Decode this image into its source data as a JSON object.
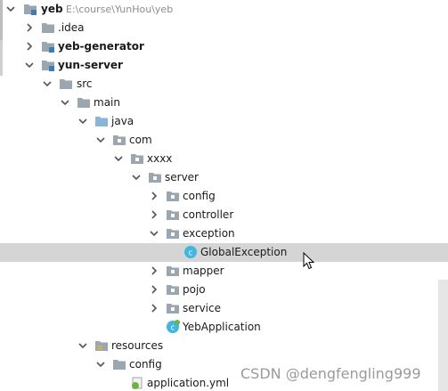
{
  "tree": {
    "project_name": "yeb",
    "project_path": "E:\\course\\YunHou\\yeb",
    "items": [
      {
        "label": "yeb",
        "path": "E:\\course\\YunHou\\yeb",
        "icon": "module-folder-icon",
        "expanded": true
      },
      {
        "label": ".idea",
        "icon": "folder-icon",
        "expanded": false
      },
      {
        "label": "yeb-generator",
        "icon": "module-folder-icon",
        "expanded": false
      },
      {
        "label": "yun-server",
        "icon": "module-folder-icon",
        "expanded": true
      },
      {
        "label": "src",
        "icon": "folder-icon",
        "expanded": true
      },
      {
        "label": "main",
        "icon": "folder-icon",
        "expanded": true
      },
      {
        "label": "java",
        "icon": "source-root-folder-icon",
        "expanded": true
      },
      {
        "label": "com",
        "icon": "package-icon",
        "expanded": true
      },
      {
        "label": "xxxx",
        "icon": "package-icon",
        "expanded": true
      },
      {
        "label": "server",
        "icon": "package-icon",
        "expanded": true
      },
      {
        "label": "config",
        "icon": "package-icon",
        "expanded": false
      },
      {
        "label": "controller",
        "icon": "package-icon",
        "expanded": false
      },
      {
        "label": "exception",
        "icon": "package-icon",
        "expanded": true
      },
      {
        "label": "GlobalException",
        "icon": "java-class-icon",
        "selected": true
      },
      {
        "label": "mapper",
        "icon": "package-icon",
        "expanded": false
      },
      {
        "label": "pojo",
        "icon": "package-icon",
        "expanded": false
      },
      {
        "label": "service",
        "icon": "package-icon",
        "expanded": false
      },
      {
        "label": "YebApplication",
        "icon": "spring-boot-class-icon"
      },
      {
        "label": "resources",
        "icon": "resources-folder-icon",
        "expanded": true
      },
      {
        "label": "config",
        "icon": "folder-icon",
        "expanded": true
      },
      {
        "label": "application.yml",
        "icon": "yaml-file-icon"
      }
    ]
  },
  "colors": {
    "selection": "#d5d5d5",
    "folder": "#9aa7b0",
    "source_folder": "#87b6d6",
    "class_icon": "#40b6e0",
    "spring": "#6db33f"
  },
  "watermark": "CSDN @dengfengling999"
}
